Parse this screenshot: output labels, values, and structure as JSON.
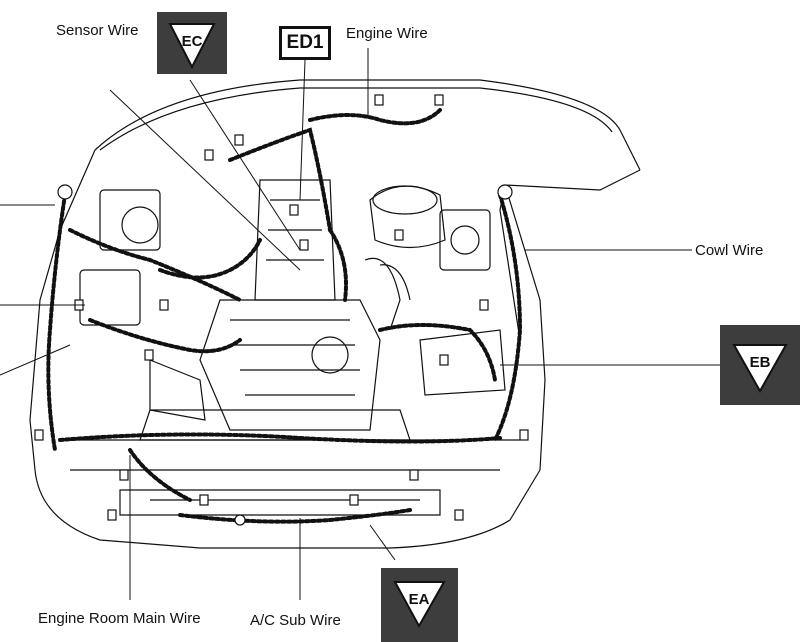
{
  "labels": {
    "sensor_wire": "Sensor Wire",
    "engine_wire": "Engine Wire",
    "cowl_wire": "Cowl Wire",
    "engine_room_main_wire": "Engine Room Main Wire",
    "ac_sub_wire": "A/C Sub Wire"
  },
  "badges": {
    "ec": "EC",
    "eb": "EB",
    "ea": "EA"
  },
  "ed1": "ED1",
  "colors": {
    "badge_bg": "#3d3d3d",
    "line": "#111111",
    "background": "#ffffff"
  }
}
